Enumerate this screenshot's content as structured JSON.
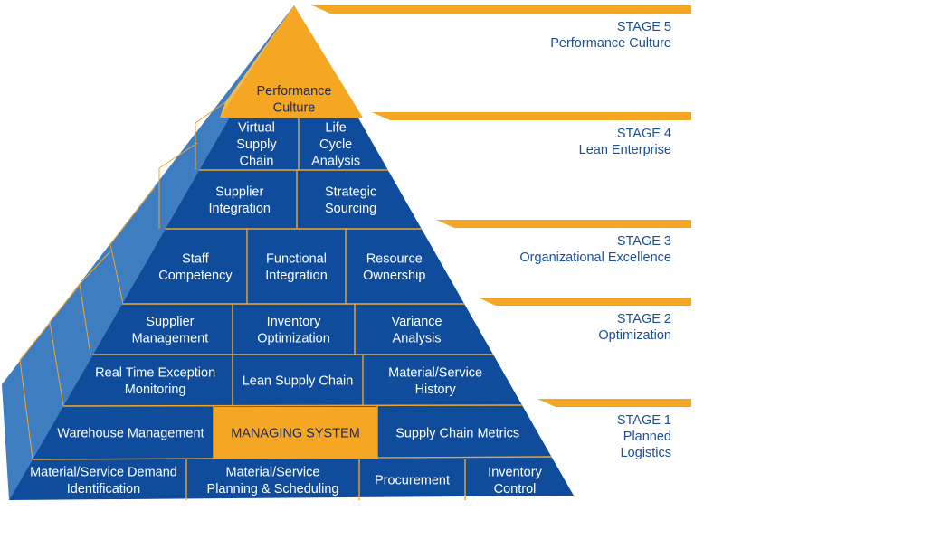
{
  "colors": {
    "front_blue": "#0f4c9b",
    "side_blue": "#3e7dc0",
    "seam": "#f0a52a",
    "accent_orange": "#f5a623",
    "stage_text": "#1a4f9a"
  },
  "pyramid": {
    "apex_label": "Performance Culture",
    "rows": [
      {
        "cells": [
          {
            "label": "Virtual Supply Chain"
          },
          {
            "label": "Life Cycle Analysis"
          }
        ]
      },
      {
        "cells": [
          {
            "label": "Supplier Integration"
          },
          {
            "label": "Strategic Sourcing"
          }
        ]
      },
      {
        "cells": [
          {
            "label": "Staff Competency"
          },
          {
            "label": "Functional Integration"
          },
          {
            "label": "Resource Ownership"
          }
        ]
      },
      {
        "cells": [
          {
            "label": "Supplier Management"
          },
          {
            "label": "Inventory Optimization"
          },
          {
            "label": "Variance Analysis"
          }
        ]
      },
      {
        "cells": [
          {
            "label": "Real Time Exception Monitoring"
          },
          {
            "label": "Lean Supply Chain"
          },
          {
            "label": "Material/Service History"
          }
        ]
      },
      {
        "cells": [
          {
            "label": "Warehouse Management"
          },
          {
            "label": "MANAGING SYSTEM",
            "highlight": true
          },
          {
            "label": "Supply Chain Metrics"
          }
        ]
      },
      {
        "cells": [
          {
            "label": "Material/Service Demand Identification"
          },
          {
            "label": "Material/Service Planning & Scheduling"
          },
          {
            "label": "Procurement"
          },
          {
            "label": "Inventory Control"
          }
        ]
      }
    ]
  },
  "stages": [
    {
      "title": "STAGE 5",
      "subtitle": "Performance Culture"
    },
    {
      "title": "STAGE 4",
      "subtitle": "Lean Enterprise"
    },
    {
      "title": "STAGE 3",
      "subtitle": "Organizational Excellence"
    },
    {
      "title": "STAGE 2",
      "subtitle": "Optimization"
    },
    {
      "title": "STAGE 1",
      "subtitle": "Planned Logistics"
    }
  ]
}
